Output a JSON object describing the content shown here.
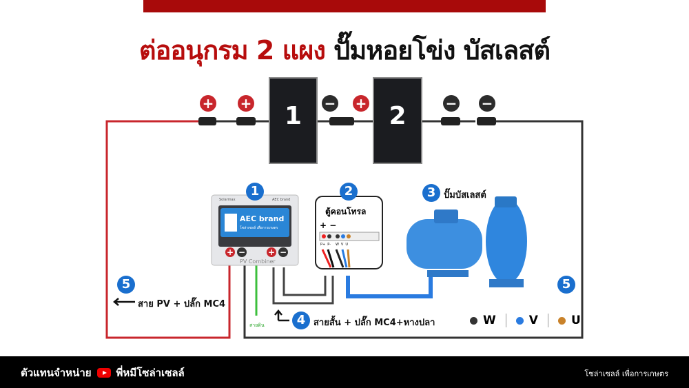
{
  "title": {
    "part1": "ต่ออนุกรม 2 แผง",
    "part2": "ปั๊มหอยโข่ง บัสเลสต์"
  },
  "panels": [
    {
      "label": "1"
    },
    {
      "label": "2"
    }
  ],
  "polarity": {
    "plus": "+",
    "minus": "−"
  },
  "steps": {
    "s1": "1",
    "s2": "2",
    "s3": "3",
    "s4": "4",
    "s5": "5"
  },
  "combiner": {
    "brand_left": "Solarmax",
    "brand_right": "AEC brand",
    "logo_text": "AEC brand",
    "logo_sub": "โซล่าเซลล์ เพื่อการเกษตร",
    "bottom": "PV Combiner"
  },
  "controller": {
    "title": "ตู้คอนโทรล",
    "pm": "+ −",
    "terminals": [
      "P+",
      "P-",
      "W",
      "V",
      "U"
    ]
  },
  "pump_label": "ปั๊มบัสเลสต์",
  "pv_cable_label": "สาย PV + ปลั๊ก MC4",
  "short_cable_label": "สายสั้น + ปลั๊ก MC4+หางปลา",
  "ground_label": "สายดิน",
  "legend": [
    {
      "label": "W",
      "color": "#333333"
    },
    {
      "label": "V",
      "color": "#2a7be0"
    },
    {
      "label": "U",
      "color": "#c9822a"
    }
  ],
  "footer": {
    "dealer": "ตัวแทนจำหน่าย",
    "channel": "พี่หมีโซล่าเซลล์",
    "tagline": "โซล่าเซลล์ เพื่อการเกษตร"
  },
  "colors": {
    "accent_red": "#b70d0d",
    "step_blue": "#1a6fce"
  }
}
